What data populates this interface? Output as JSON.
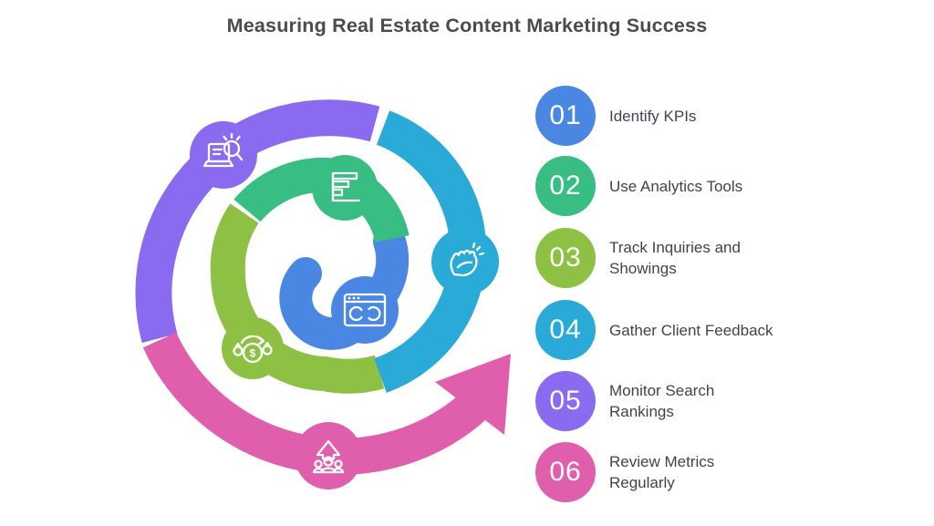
{
  "title": "Measuring Real Estate Content Marketing Success",
  "colors": {
    "title": "#4b4b4b",
    "label": "#45404c",
    "number": "#ffffff",
    "icon": "#ffffff",
    "background": "#ffffff"
  },
  "icons": {
    "dollar_glyph": "$"
  },
  "steps": [
    {
      "number": "01",
      "label_line1": "Identify KPIs",
      "label_line2": "",
      "color": "#4a87e3",
      "icon": "browser-window"
    },
    {
      "number": "02",
      "label_line1": "Use Analytics Tools",
      "label_line2": "",
      "color": "#38bd82",
      "icon": "bar-chart"
    },
    {
      "number": "03",
      "label_line1": "Track Inquiries and",
      "label_line2": "Showings",
      "color": "#8ec043",
      "icon": "money-exchange"
    },
    {
      "number": "04",
      "label_line1": "Gather Client Feedback",
      "label_line2": "",
      "color": "#29aad7",
      "icon": "clapping-hands"
    },
    {
      "number": "05",
      "label_line1": "Monitor Search",
      "label_line2": "Rankings",
      "color": "#8a6bef",
      "icon": "laptop-search"
    },
    {
      "number": "06",
      "label_line1": "Review Metrics",
      "label_line2": "Regularly",
      "color": "#e05fad",
      "icon": "people-growth"
    }
  ]
}
